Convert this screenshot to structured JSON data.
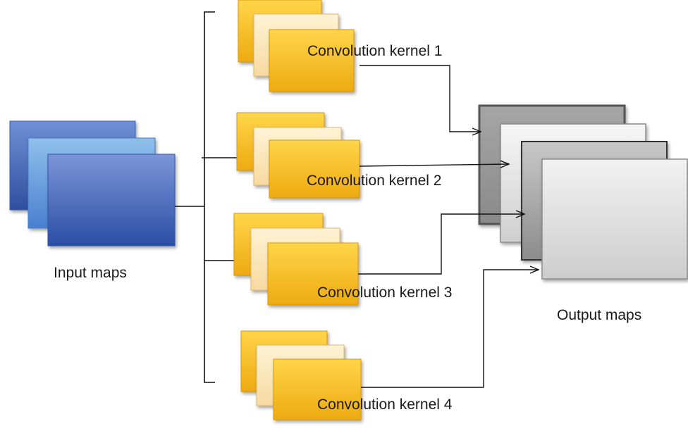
{
  "input_label": "Input maps",
  "output_label": "Output maps",
  "kernels": [
    {
      "label": "Convolution kernel 1"
    },
    {
      "label": "Convolution kernel 2"
    },
    {
      "label": "Convolution kernel 3"
    },
    {
      "label": "Convolution kernel 4"
    }
  ],
  "colors": {
    "input_dark": "#2f57a8",
    "input_light": "#5f8fd4",
    "kernel_gold": "#f2b61c",
    "kernel_cream": "#fbe3b0",
    "output_gray": "#9a9a9a",
    "output_light": "#e8e8e8"
  }
}
